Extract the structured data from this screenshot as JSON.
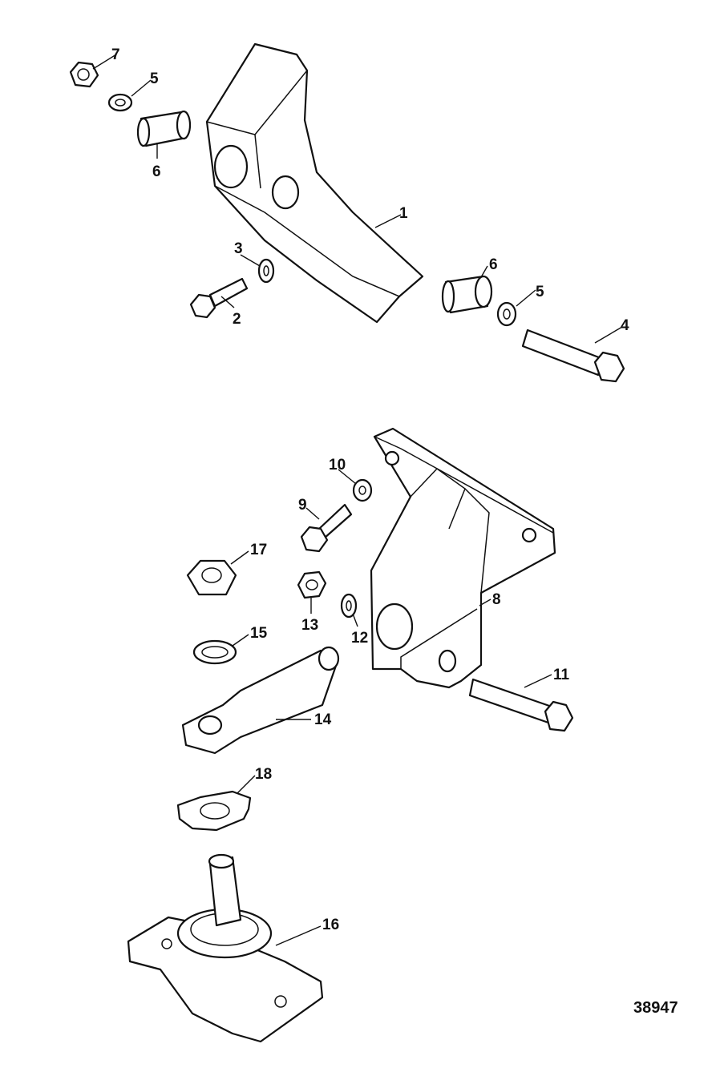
{
  "callouts": {
    "c1": "1",
    "c2": "2",
    "c3": "3",
    "c4": "4",
    "c5a": "5",
    "c5b": "5",
    "c6a": "6",
    "c6b": "6",
    "c7": "7",
    "c8": "8",
    "c9": "9",
    "c10": "10",
    "c11": "11",
    "c12": "12",
    "c13": "13",
    "c14": "14",
    "c15": "15",
    "c16": "16",
    "c17": "17",
    "c18": "18"
  },
  "figure_number": "38947"
}
